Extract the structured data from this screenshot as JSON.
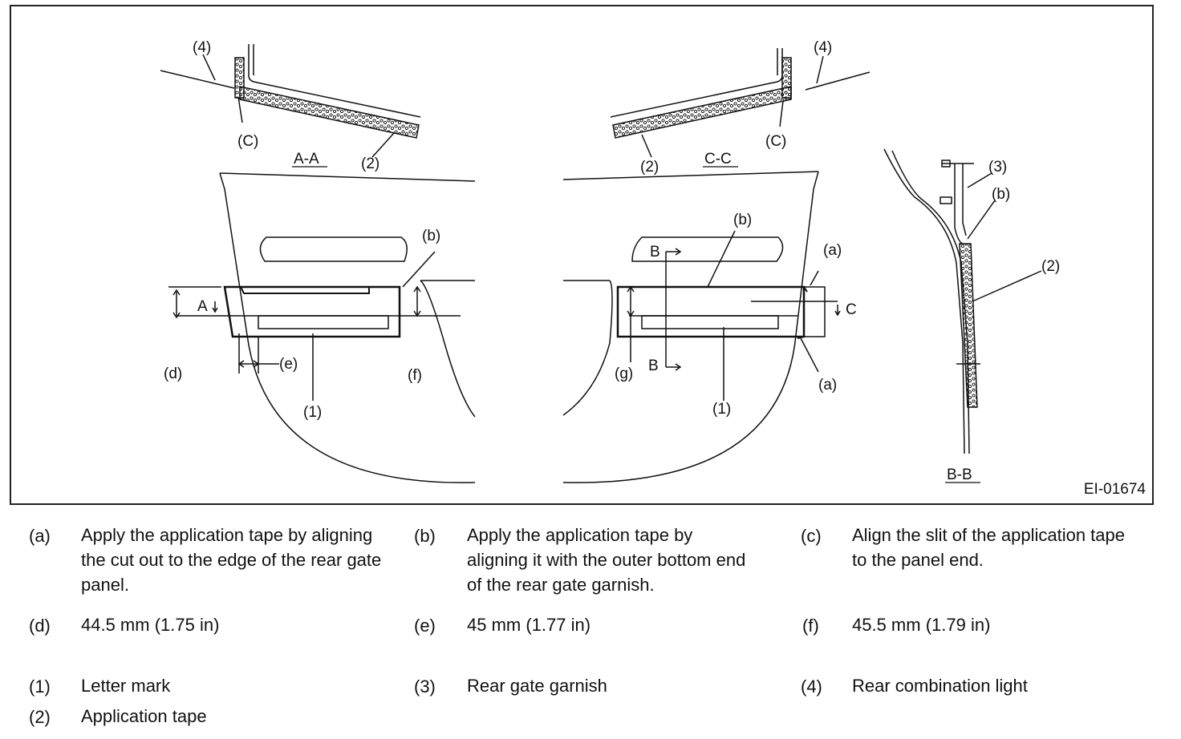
{
  "figure": {
    "id": "EI-01674",
    "section_labels": [
      "A-A",
      "C-C",
      "B-B"
    ],
    "callouts": {
      "a": "(a)",
      "b": "(b)",
      "C": "(C)",
      "d": "(d)",
      "e": "(e)",
      "f": "(f)",
      "g": "(g)",
      "n1": "(1)",
      "n2": "(2)",
      "n3": "(3)",
      "n4": "(4)"
    },
    "cut_letters": {
      "A": "A",
      "B": "B",
      "C": "C"
    }
  },
  "legend": [
    {
      "key": "(a)",
      "text": "Apply the application tape by aligning the cut out to the edge of the rear gate panel."
    },
    {
      "key": "(b)",
      "text": "Apply the application tape by aligning it with the outer bottom end of the rear gate garnish."
    },
    {
      "key": "(c)",
      "text": "Align the slit of the application tape to the panel end."
    },
    {
      "key": "(d)",
      "text": "44.5 mm (1.75 in)"
    },
    {
      "key": "(e)",
      "text": "45 mm (1.77 in)"
    },
    {
      "key": "(f)",
      "text": "45.5 mm (1.79 in)"
    },
    {
      "key": "(1)",
      "text": "Letter mark"
    },
    {
      "key": "(3)",
      "text": "Rear gate garnish"
    },
    {
      "key": "(4)",
      "text": "Rear combination light"
    },
    {
      "key": "(2)",
      "text": "Application tape"
    }
  ]
}
